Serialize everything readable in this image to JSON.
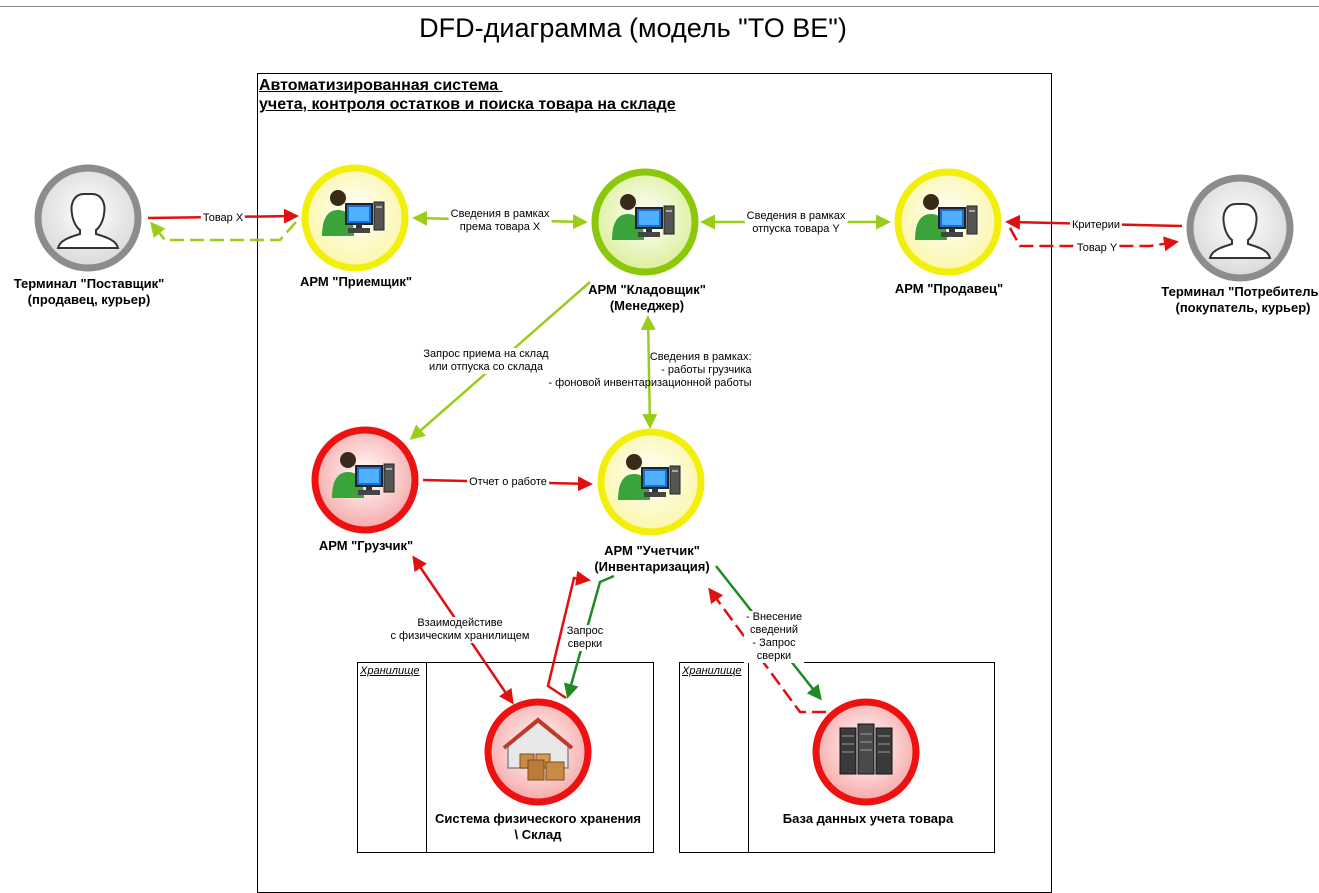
{
  "title": "DFD-диаграмма (модель \"TO BE\")",
  "system": {
    "title_line1": "Автоматизированная система ",
    "title_line2": "учета, контроля остатков и поиска товара на складе"
  },
  "stores": {
    "physical_caption": "Хранилище",
    "database_caption": "Хранилище"
  },
  "nodes": {
    "supplier": "Терминал \"Поставщик\"\n(продавец, курьер)",
    "consumer": "Терминал \"Потребитель\"\n(покупатель, курьер)",
    "receiver": "АРМ \"Приемщик\"",
    "storekeeper": "АРМ \"Кладовщик\"\n(Менеджер)",
    "seller": "АРМ \"Продавец\"",
    "loader": "АРМ \"Грузчик\"",
    "accountant": "АРМ \"Учетчик\"\n(Инвентаризация)",
    "warehouse": "Система физического хранения\n\\ Склад",
    "database": "База данных учета товара"
  },
  "flows": {
    "goods_x": "Товар X",
    "receipt_info": "Сведения в рамках\nпрема товара X",
    "release_info": "Сведения в рамках\nотпуска товара Y",
    "criteria": "Критерии",
    "goods_y": "Товар Y",
    "request": "Запрос приема на склад\nили отпуска со склада",
    "work_info": "Сведения в рамках:\n- работы грузчика\n- фоновой инвентаризационной работы",
    "report": "Отчет о работе",
    "interaction": "Взаимодейстиве\nс физическим хранилищем",
    "check_request": "Запрос\nсверки",
    "db_flow": "- Внесение\nсведений\n- Запрос\nсверки"
  },
  "colors": {
    "yellow_ring": "#f2ef0a",
    "green_ring": "#8cc80a",
    "red_ring": "#ee1111",
    "gray_ring": "#8c8c8c",
    "light_green_arrow": "#9acd1a",
    "red_arrow": "#e01010",
    "dark_green_arrow": "#1f8a1f"
  }
}
